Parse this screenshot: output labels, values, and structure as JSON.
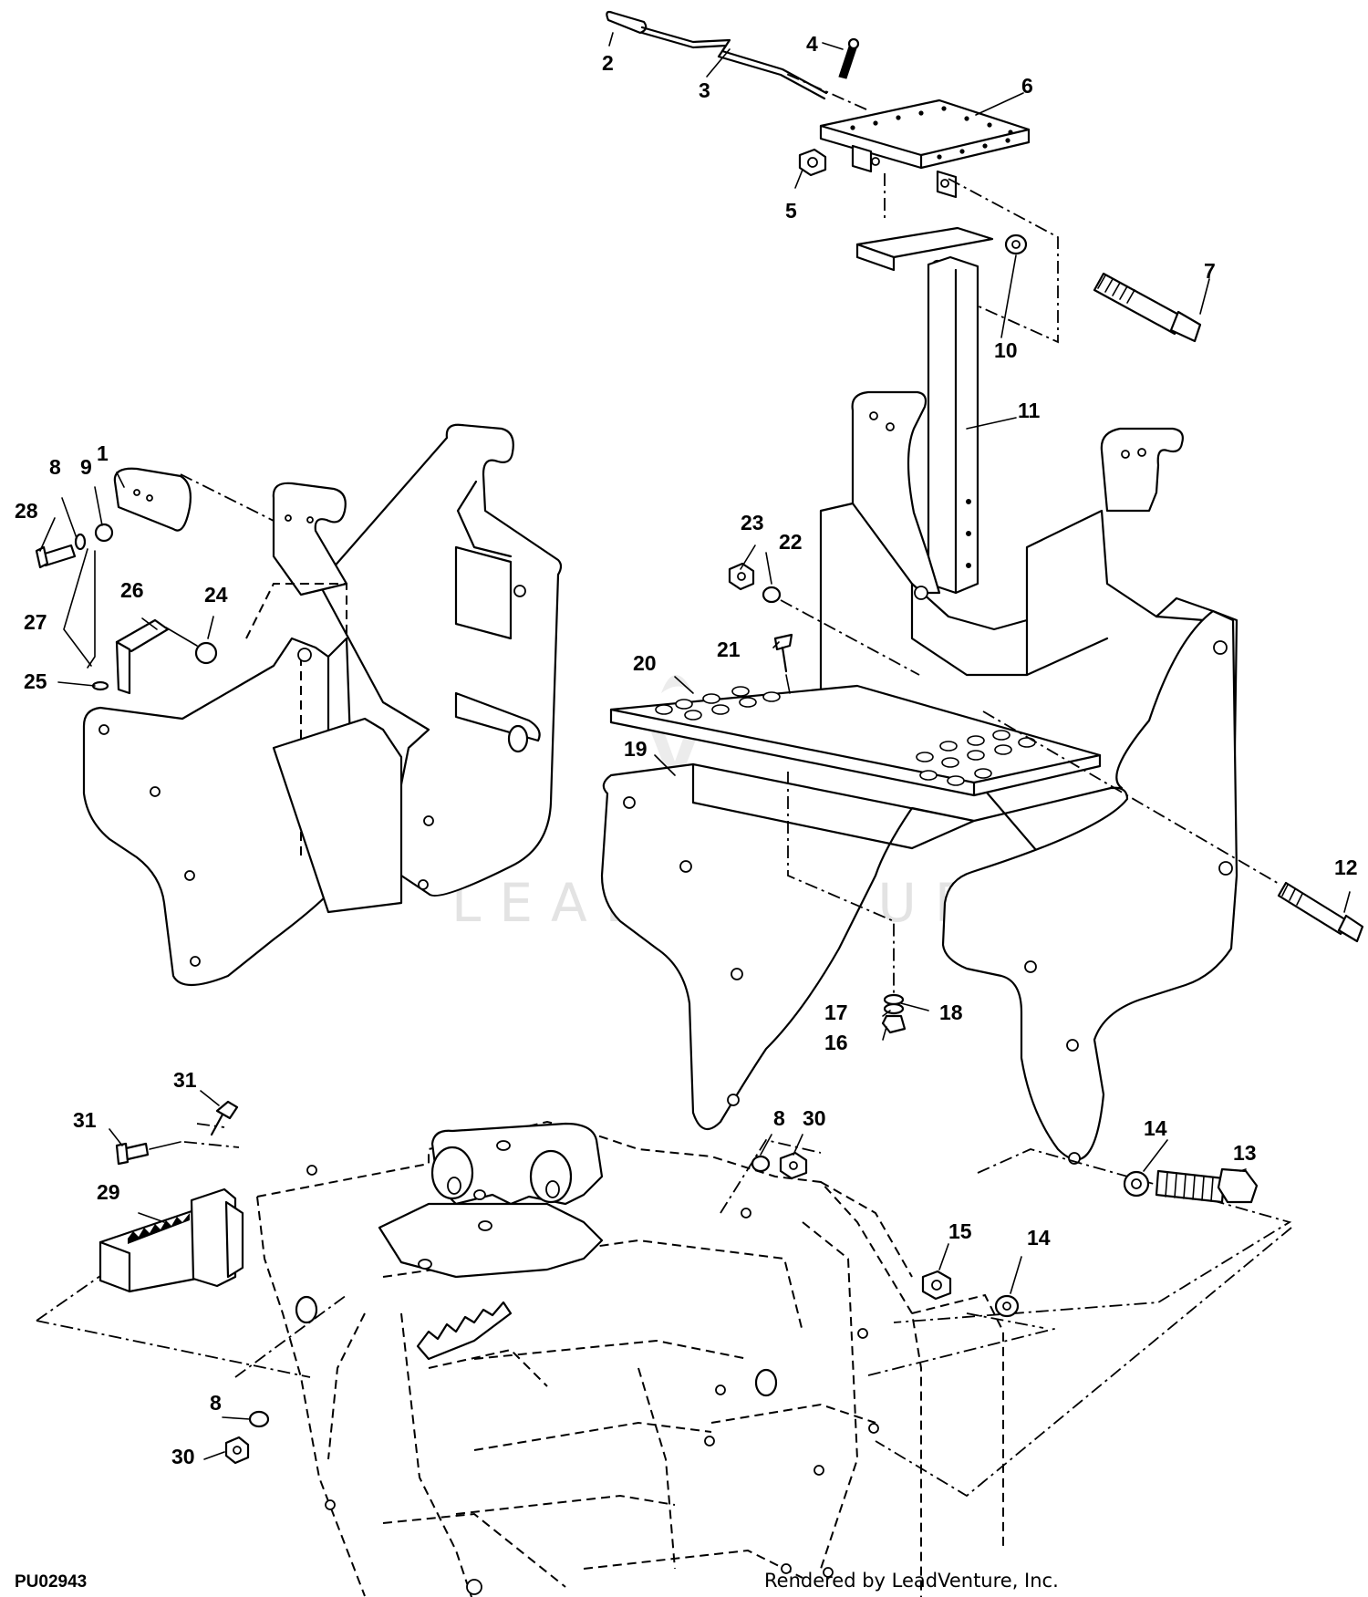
{
  "diagram_code": "PU02943",
  "credit": "Rendered by LeadVenture, Inc.",
  "watermark": "LEADVENTURE",
  "callouts": [
    "1",
    "2",
    "3",
    "4",
    "5",
    "6",
    "7",
    "8",
    "9",
    "10",
    "11",
    "12",
    "13",
    "14",
    "15",
    "16",
    "17",
    "18",
    "19",
    "20",
    "21",
    "22",
    "23",
    "24",
    "25",
    "26",
    "27",
    "28",
    "29",
    "30",
    "31"
  ]
}
